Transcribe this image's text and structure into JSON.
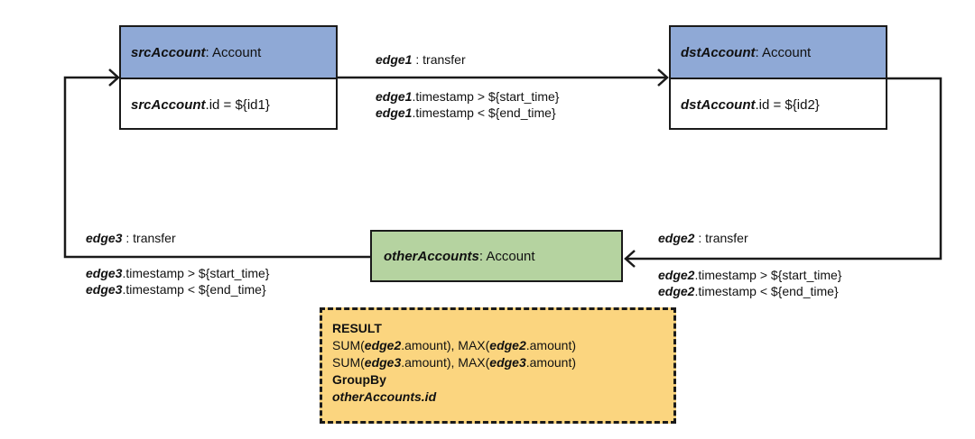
{
  "nodes": {
    "src": {
      "name": "srcAccount",
      "type": ": Account",
      "cond_var": "srcAccount",
      "cond_rest": ".id = ${id1}"
    },
    "dst": {
      "name": "dstAccount",
      "type": ": Account",
      "cond_var": "dstAccount",
      "cond_rest": ".id = ${id2}"
    },
    "other": {
      "name": "otherAccounts",
      "type": ": Account"
    }
  },
  "edges": {
    "edge1": {
      "name": "edge1",
      "type": " : transfer",
      "cond1_var": "edge1",
      "cond1_rest": ".timestamp > ${start_time}",
      "cond2_var": "edge1",
      "cond2_rest": ".timestamp < ${end_time}"
    },
    "edge2": {
      "name": "edge2",
      "type": " : transfer",
      "cond1_var": "edge2",
      "cond1_rest": ".timestamp > ${start_time}",
      "cond2_var": "edge2",
      "cond2_rest": ".timestamp < ${end_time}"
    },
    "edge3": {
      "name": "edge3",
      "type": " : transfer",
      "cond1_var": "edge3",
      "cond1_rest": ".timestamp > ${start_time}",
      "cond2_var": "edge3",
      "cond2_rest": ".timestamp < ${end_time}"
    }
  },
  "result": {
    "title": "RESULT",
    "line1": {
      "p1": "SUM(",
      "v1": "edge2",
      "p2": ".amount), MAX(",
      "v2": "edge2",
      "p3": ".amount)"
    },
    "line2": {
      "p1": "SUM(",
      "v1": "edge3",
      "p2": ".amount), MAX(",
      "v2": "edge3",
      "p3": ".amount)"
    },
    "groupby": "GroupBy",
    "group_field": "otherAccounts.id"
  },
  "colors": {
    "account_header": "#8fa9d6",
    "other_accounts": "#b5d3a0",
    "result_box": "#fbd57f",
    "line": "#1a1a1a"
  }
}
